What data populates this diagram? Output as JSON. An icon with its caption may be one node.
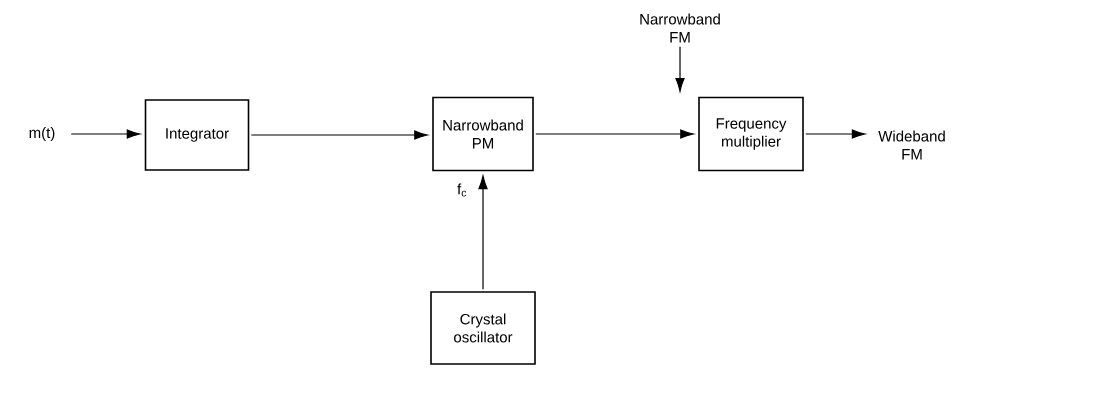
{
  "diagram": {
    "nodes": [
      {
        "text": [
          "m(t)"
        ]
      },
      {
        "text": [
          "Integrator"
        ]
      },
      {
        "text": [
          "Narrowband PM"
        ]
      },
      {
        "text": [
          "Frequency multiplier"
        ]
      },
      {
        "text": [
          "Wideband FM"
        ]
      },
      {
        "text": [
          "Crystal oscillator"
        ]
      },
      {
        "text": [
          "Narrowband FM"
        ]
      }
    ],
    "edges": [
      {
        "from": 0,
        "to": 1,
        "arrow": "to"
      },
      {
        "from": 1,
        "to": 2,
        "arrow": "to"
      },
      {
        "from": 2,
        "to": 3,
        "arrow": "to"
      },
      {
        "from": 3,
        "to": 4,
        "arrow": "to"
      },
      {
        "from": 5,
        "to": 2,
        "arrow": "to",
        "label": "f$_{c}$"
      },
      {
        "from": 6,
        "to": null,
        "arrow": "to"
      }
    ]
  }
}
